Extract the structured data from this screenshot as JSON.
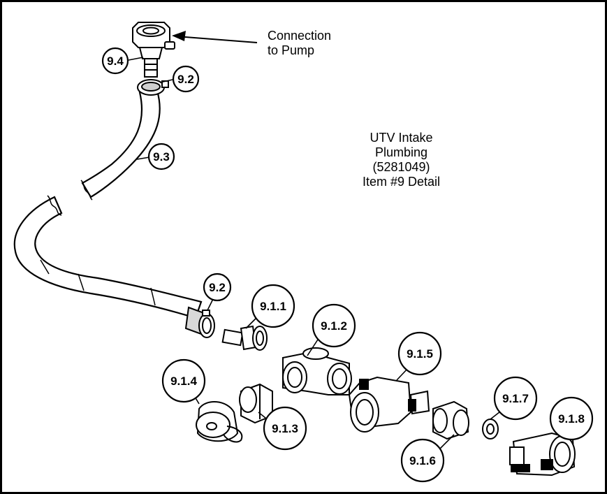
{
  "annotation": {
    "line1": "Connection",
    "line2": "to Pump"
  },
  "title": {
    "line1": "UTV Intake",
    "line2": "Plumbing",
    "line3": "(5281049)",
    "line4": "Item #9 Detail"
  },
  "callouts": {
    "c_9_4": "9.4",
    "c_9_2_top": "9.2",
    "c_9_3": "9.3",
    "c_9_2_bottom": "9.2",
    "c_9_1_1": "9.1.1",
    "c_9_1_2": "9.1.2",
    "c_9_1_5": "9.1.5",
    "c_9_1_4": "9.1.4",
    "c_9_1_3": "9.1.3",
    "c_9_1_6": "9.1.6",
    "c_9_1_7": "9.1.7",
    "c_9_1_8": "9.1.8"
  },
  "colors": {
    "stroke": "#000000",
    "fill_light": "#ffffff",
    "fill_shade": "#e6e6e6"
  }
}
